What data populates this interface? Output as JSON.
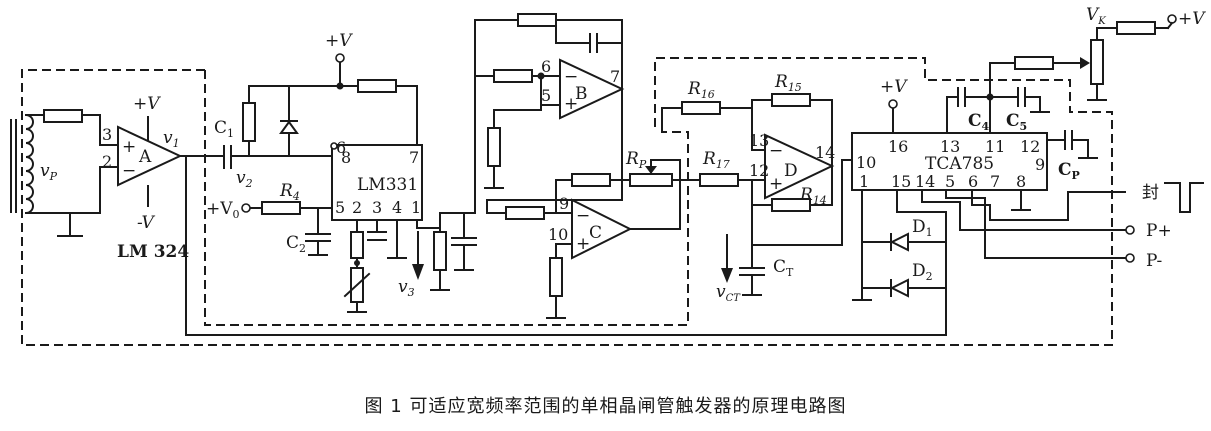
{
  "caption": "图 1  可适应宽频率范围的单相晶闸管触发器的原理电路图",
  "labels": {
    "vp": "v",
    "vp_sub": "P",
    "v1": "v",
    "v1_sub": "1",
    "v2": "v",
    "v2_sub": "2",
    "v3": "v",
    "v3_sub": "3",
    "vct": "v",
    "vct_sub": "CT",
    "plus_v": "+V",
    "minus_v": "-V",
    "plus_v0": "+V",
    "plus_v0_sub": "0",
    "vk": "V",
    "vk_sub": "K",
    "lm324": "LM 324",
    "lm331": "LM331",
    "tca785": "TCA785",
    "amp_a": "A",
    "amp_b": "B",
    "amp_c": "C",
    "amp_d": "D",
    "c1": "C",
    "c1_sub": "1",
    "c2": "C",
    "c2_sub": "2",
    "c4": "C",
    "c4_sub": "4",
    "c5": "C",
    "c5_sub": "5",
    "ct": "C",
    "ct_sub": "T",
    "cp": "C",
    "cp_sub": "P",
    "r4": "R",
    "r4_sub": "4",
    "r14": "R",
    "r14_sub": "14",
    "r15": "R",
    "r15_sub": "15",
    "r16": "R",
    "r16_sub": "16",
    "r17": "R",
    "r17_sub": "17",
    "rp": "R",
    "rp_sub": "P",
    "d1": "D",
    "d1_sub": "1",
    "d2": "D",
    "d2_sub": "2",
    "out_feng": "封",
    "out_pplus": "P+",
    "out_pminus": "P-"
  },
  "pins": {
    "a_in_plus": "3",
    "a_in_minus": "2",
    "lm331_6": "6",
    "lm331_8": "8",
    "lm331_7": "7",
    "lm331_5": "5",
    "lm331_2": "2",
    "lm331_3": "3",
    "lm331_4": "4",
    "lm331_1": "1",
    "b_6": "6",
    "b_5": "5",
    "b_7": "7",
    "c_9": "9",
    "c_10": "10",
    "d_13": "13",
    "d_12": "12",
    "d_14": "14",
    "tca_16": "16",
    "tca_13": "13",
    "tca_11": "11",
    "tca_12": "12",
    "tca_10": "10",
    "tca_9": "9",
    "tca_1": "1",
    "tca_15": "15",
    "tca_14": "14",
    "tca_5": "5",
    "tca_6": "6",
    "tca_7": "7",
    "tca_8": "8"
  },
  "signs": {
    "plus": "+",
    "minus": "−"
  }
}
